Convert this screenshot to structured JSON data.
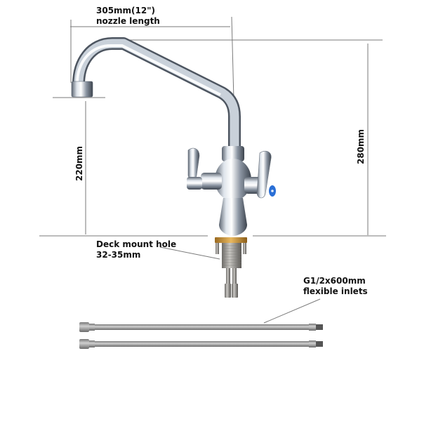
{
  "diagram": {
    "subject": "Double handle deck mount faucet with swing nozzle",
    "colors": {
      "chrome_light": "#eef2f7",
      "chrome_mid": "#9aa4b1",
      "chrome_dark": "#4a5360",
      "brass": "#c8963a",
      "steel": "#8e8c89",
      "blue_indicator": "#2a6fd6",
      "dimension_line": "#7a7a7a"
    },
    "dimensions": {
      "nozzle_length": {
        "line1": "305mm(12\")",
        "line2": "nozzle length"
      },
      "spout_height": "220mm",
      "total_height": "280mm"
    },
    "callouts": {
      "deck_mount": {
        "line1": "Deck mount hole",
        "line2": "32-35mm"
      },
      "inlets": {
        "line1": "G1/2x600mm",
        "line2": "flexible inlets"
      }
    },
    "hoses": [
      {
        "name": "flexible-hose-1"
      },
      {
        "name": "flexible-hose-2"
      }
    ]
  }
}
